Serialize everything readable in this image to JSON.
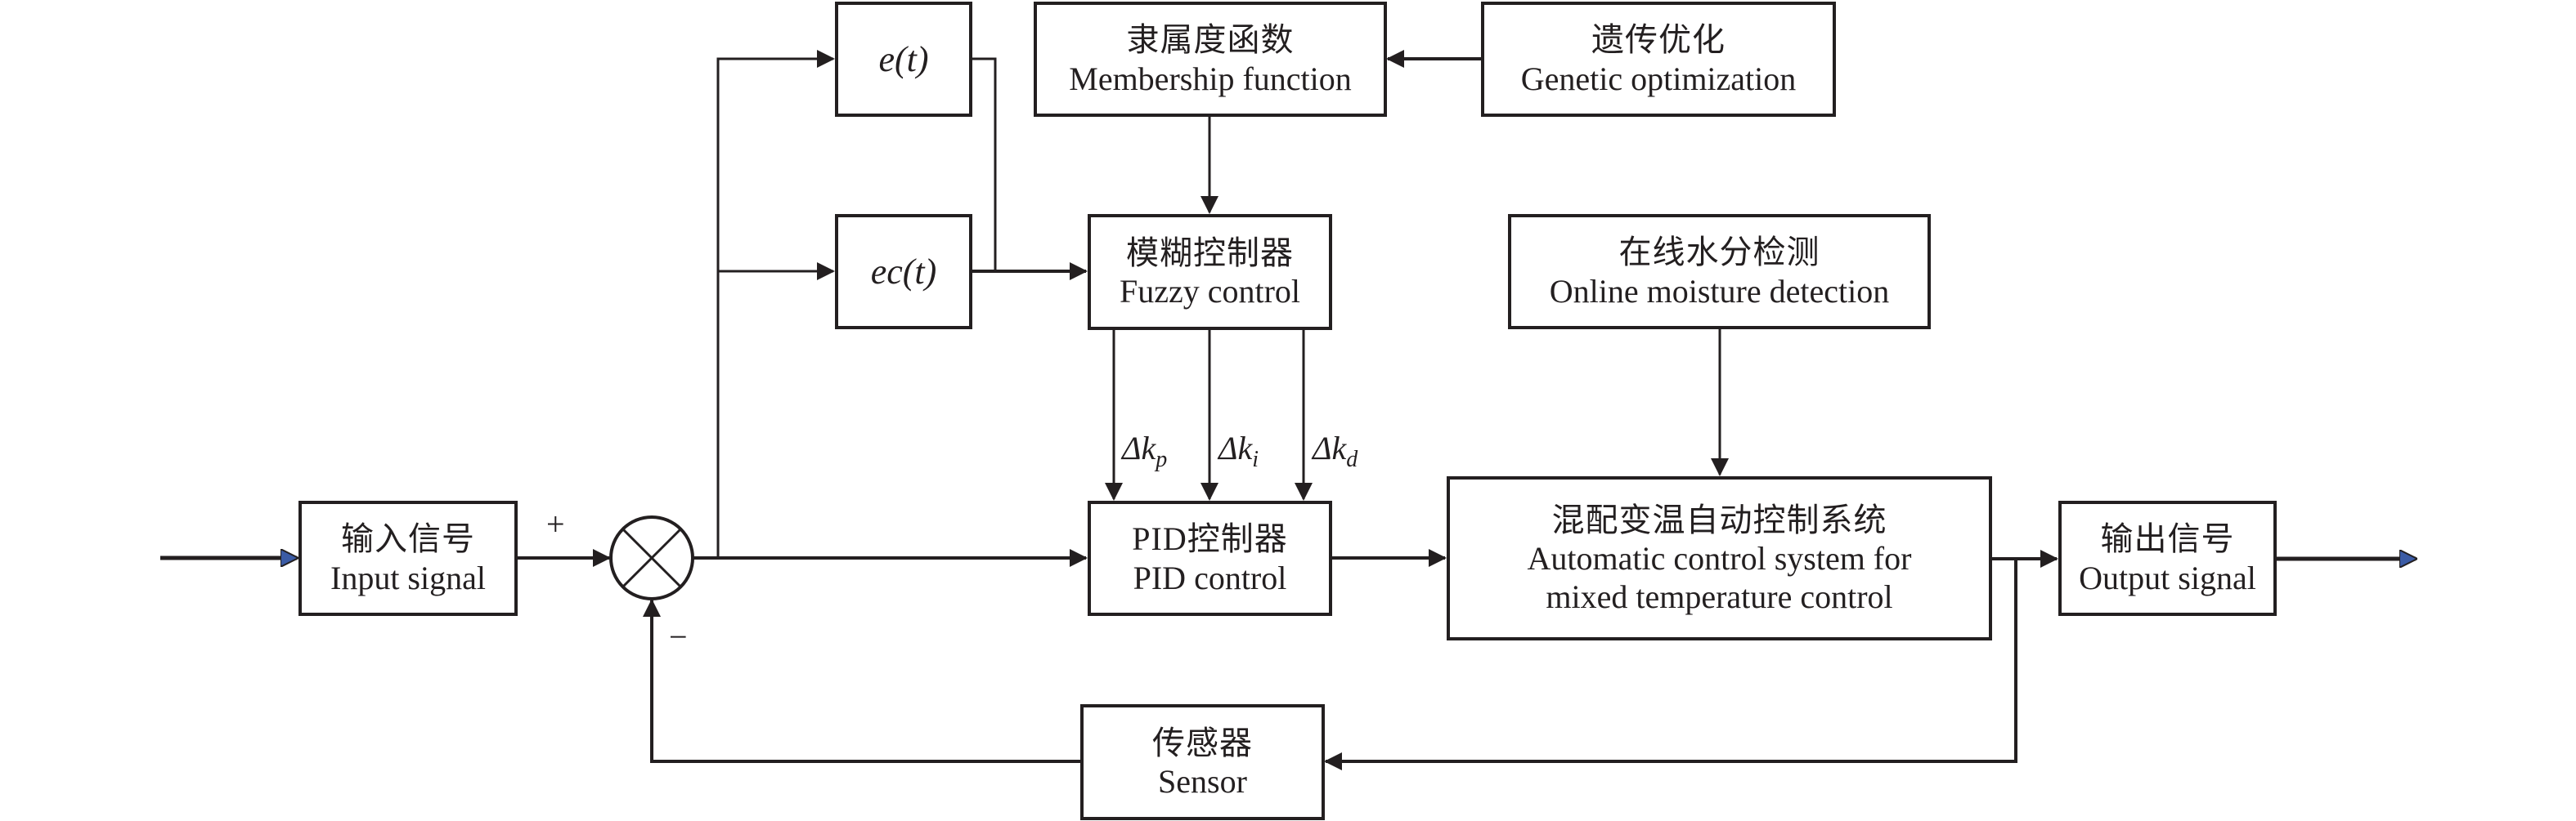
{
  "diagram": {
    "type": "block-diagram",
    "title": "",
    "blocks": {
      "input": {
        "zh": "输入信号",
        "en": "Input signal"
      },
      "et": {
        "math": "e(t)"
      },
      "ect": {
        "math": "ec(t)"
      },
      "membership": {
        "zh": "隶属度函数",
        "en": "Membership function"
      },
      "genetic": {
        "zh": "遗传优化",
        "en": "Genetic optimization"
      },
      "fuzzy": {
        "zh": "模糊控制器",
        "en": "Fuzzy control"
      },
      "moisture": {
        "zh": "在线水分检测",
        "en": "Online moisture detection"
      },
      "pid": {
        "zh": "PID控制器",
        "en": "PID control"
      },
      "system": {
        "zh": "混配变温自动控制系统",
        "en1": "Automatic control system for",
        "en2": "mixed temperature control"
      },
      "output": {
        "zh": "输出信号",
        "en": "Output signal"
      },
      "sensor": {
        "zh": "传感器",
        "en": "Sensor"
      }
    },
    "summing_junction": {
      "plus": "+",
      "minus": "−"
    },
    "gain_labels": {
      "kp": {
        "base": "Δk",
        "sub": "p"
      },
      "ki": {
        "base": "Δk",
        "sub": "i"
      },
      "kd": {
        "base": "Δk",
        "sub": "d"
      }
    },
    "connections": [
      {
        "from": "external",
        "to": "input"
      },
      {
        "from": "input",
        "to": "summing_junction",
        "sign": "+"
      },
      {
        "from": "summing_junction",
        "to": "et"
      },
      {
        "from": "summing_junction",
        "to": "ect"
      },
      {
        "from": "summing_junction",
        "to": "pid"
      },
      {
        "from": "et",
        "to": "fuzzy"
      },
      {
        "from": "ect",
        "to": "fuzzy"
      },
      {
        "from": "genetic",
        "to": "membership"
      },
      {
        "from": "membership",
        "to": "fuzzy"
      },
      {
        "from": "fuzzy",
        "to": "pid",
        "label": "Δkp"
      },
      {
        "from": "fuzzy",
        "to": "pid",
        "label": "Δki"
      },
      {
        "from": "fuzzy",
        "to": "pid",
        "label": "Δkd"
      },
      {
        "from": "moisture",
        "to": "system"
      },
      {
        "from": "pid",
        "to": "system"
      },
      {
        "from": "system",
        "to": "output"
      },
      {
        "from": "output",
        "to": "external"
      },
      {
        "from": "system",
        "to": "sensor"
      },
      {
        "from": "sensor",
        "to": "summing_junction",
        "sign": "−"
      }
    ],
    "colors": {
      "line": "#231f20",
      "terminal_arrow": "#3b5ba5"
    }
  }
}
